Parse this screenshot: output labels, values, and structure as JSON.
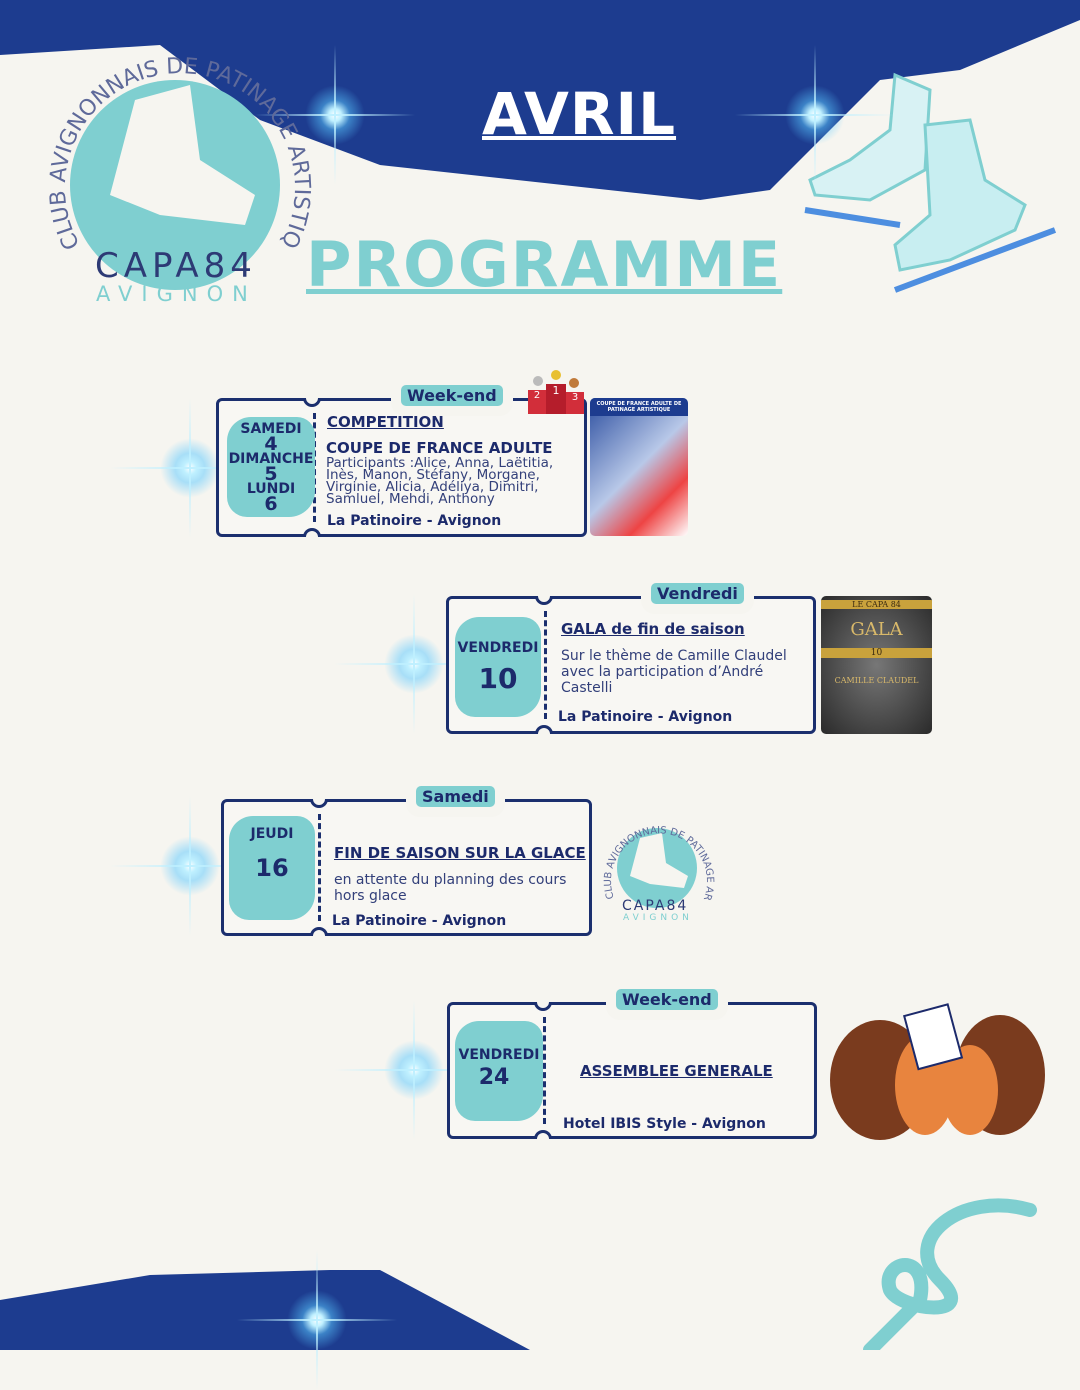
{
  "header": {
    "month": "AVRIL",
    "title": "PROGRAMME"
  },
  "logo": {
    "arc_text": "CLUB AVIGNONNAIS DE PATINAGE ARTISTIQUE",
    "name": "CAPA84",
    "city": "AVIGNON"
  },
  "colors": {
    "navy": "#1b2f6e",
    "teal": "#7fcfd0",
    "background": "#f6f5f0",
    "banner": "#1d3c8f"
  },
  "events": [
    {
      "badge": "Week-end",
      "dates": [
        "SAMEDI",
        "4",
        "DIMANCHE",
        "5",
        "LUNDI",
        "6"
      ],
      "title": "COMPETITION",
      "subtitle": "COUPE DE FRANCE ADULTE",
      "description": "Participants :Alice, Anna, Laëtitia, Inès, Manon, Stéfany, Morgane, Virginie, Alicia, Adéliya, Dimitri, Samluel, Mehdi, Anthony",
      "location": "La Patinoire - Avignon",
      "podium": [
        "2",
        "1",
        "3"
      ],
      "poster": {
        "text": "COUPE DE FRANCE ADULTE DE PATINAGE ARTISTIQUE"
      }
    },
    {
      "badge": "Vendredi",
      "day": "VENDREDI",
      "num": "10",
      "title": "GALA de fin de saison",
      "description": "Sur le thème de Camille Claudel avec la participation d’André Castelli",
      "location": "La Patinoire - Avignon",
      "poster": {
        "top": "LE CAPA 84",
        "title": "GALA",
        "num": "10",
        "theme": "CAMILLE CLAUDEL"
      }
    },
    {
      "badge": "Samedi",
      "day": "JEUDI",
      "num": "16",
      "title": "FIN DE SAISON SUR LA GLACE",
      "description": "en attente du planning des cours hors glace",
      "location": "La Patinoire - Avignon"
    },
    {
      "badge": "Week-end",
      "day": "VENDREDI",
      "num": "24",
      "title": "ASSEMBLEE GENERALE",
      "location": "Hotel IBIS Style - Avignon"
    }
  ]
}
